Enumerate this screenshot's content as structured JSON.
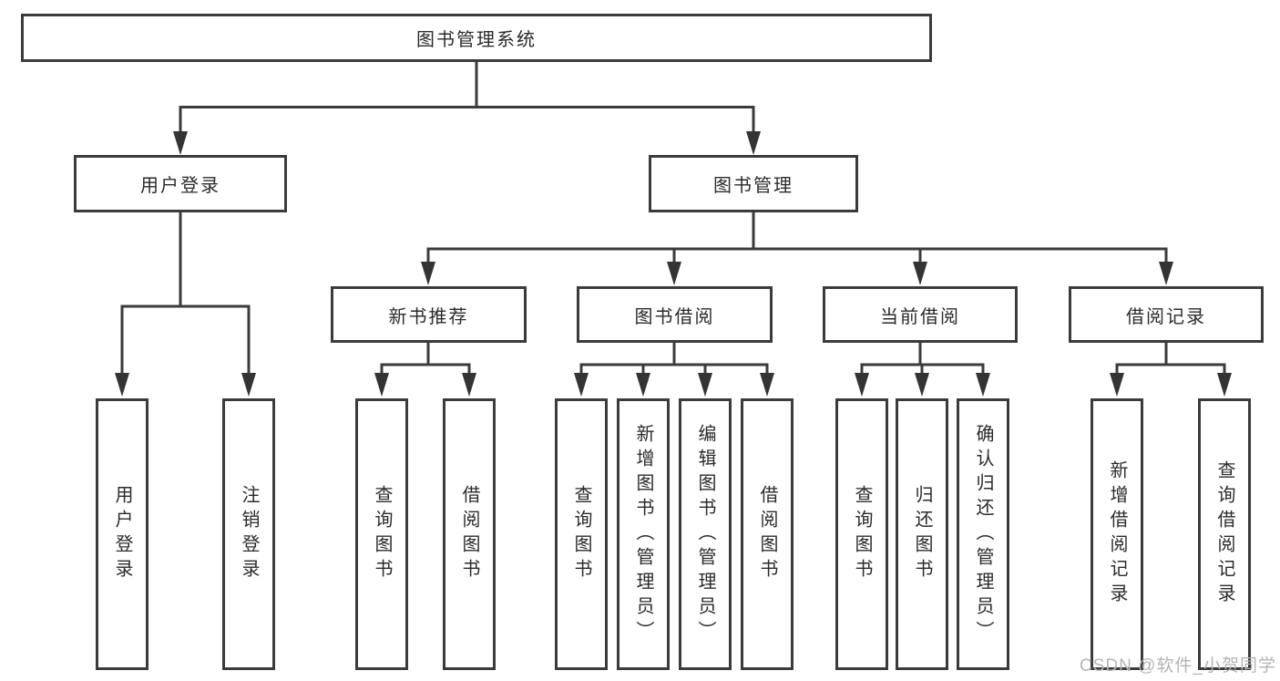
{
  "diagram": {
    "type": "hierarchy-tree",
    "title": "图书管理系统",
    "root": {
      "id": "root",
      "label": "图书管理系统"
    },
    "branches": [
      {
        "id": "user-login",
        "label": "用户登录",
        "children": [
          {
            "id": "leaf-user-login",
            "label": "用户登录"
          },
          {
            "id": "leaf-logout",
            "label": "注销登录"
          }
        ]
      },
      {
        "id": "book-management",
        "label": "图书管理",
        "children": [
          {
            "id": "new-book-recommendation",
            "label": "新书推荐",
            "children": [
              {
                "id": "leaf-query-books-1",
                "label": "查询图书"
              },
              {
                "id": "leaf-borrow-books-1",
                "label": "借阅图书"
              }
            ]
          },
          {
            "id": "book-borrowing",
            "label": "图书借阅",
            "children": [
              {
                "id": "leaf-query-books-2",
                "label": "查询图书"
              },
              {
                "id": "leaf-add-books-admin",
                "label": "新增图书（管理员）"
              },
              {
                "id": "leaf-edit-books-admin",
                "label": "编辑图书（管理员）"
              },
              {
                "id": "leaf-borrow-books-2",
                "label": "借阅图书"
              }
            ]
          },
          {
            "id": "current-borrowing",
            "label": "当前借阅",
            "children": [
              {
                "id": "leaf-query-books-3",
                "label": "查询图书"
              },
              {
                "id": "leaf-return-books",
                "label": "归还图书"
              },
              {
                "id": "leaf-confirm-return-admin",
                "label": "确认归还（管理员）"
              }
            ]
          },
          {
            "id": "borrowing-records",
            "label": "借阅记录",
            "children": [
              {
                "id": "leaf-add-borrow-record",
                "label": "新增借阅记录"
              },
              {
                "id": "leaf-query-borrow-record",
                "label": "查询借阅记录"
              }
            ]
          }
        ]
      }
    ]
  },
  "watermark": {
    "text": "CSDN @软件_小贺同学"
  },
  "colors": {
    "background": "#ffffff",
    "line": "#3b3b3b",
    "box_border": "#3b3b3b",
    "text": "#2b2b2b",
    "watermark": "#b5b5b5"
  }
}
